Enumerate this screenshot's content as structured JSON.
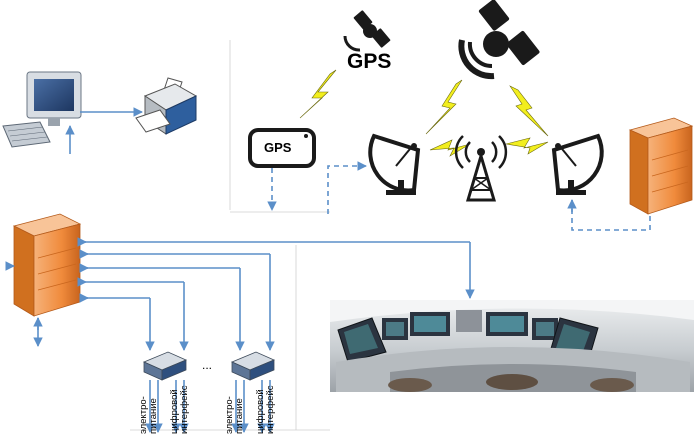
{
  "labels": {
    "gps_satellite_text": "GPS",
    "gps_receiver_text": "GPS",
    "ellipsis": "...",
    "sensor_1_power": "электро-\nпитание",
    "sensor_1_digital": "цифровой\nинтерфейс",
    "sensor_2_power": "электро-\nпитание",
    "sensor_2_digital": "цифровой\nинтерфейс"
  },
  "colors": {
    "link_blue": "#5b8fc9",
    "lightning": "#f2ee1e",
    "server_orange": "#f08b3c",
    "dark_icon": "#1a1a1a"
  },
  "icons": [
    "desktop-computer-icon",
    "printer-icon",
    "gps-satellite-icon",
    "gps-receiver-icon",
    "communication-satellite-icon",
    "satellite-dish-left-icon",
    "radio-tower-icon",
    "satellite-dish-right-icon",
    "server-left-icon",
    "server-right-icon",
    "sensor-unit-1-icon",
    "sensor-unit-2-icon",
    "control-console-image",
    "lightning-link-icon"
  ]
}
